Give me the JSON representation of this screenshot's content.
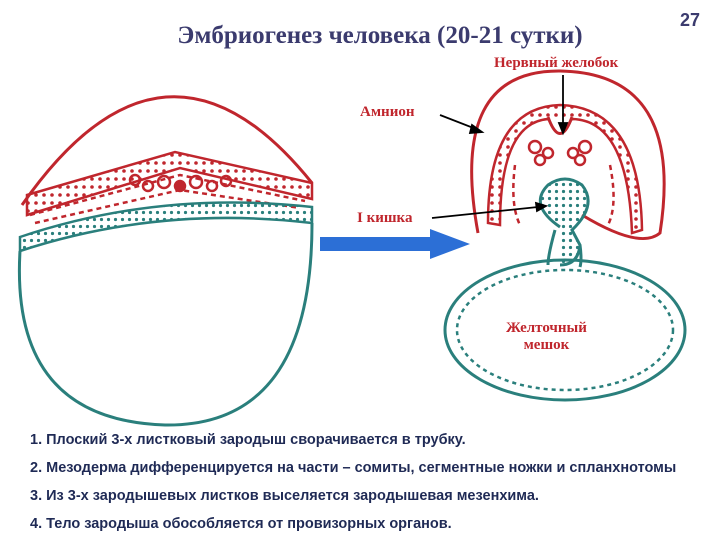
{
  "slide": {
    "number": "27",
    "title": "Эмбриогенез человека (20-21 сутки)"
  },
  "labels": {
    "neural_groove": "Нервный желобок",
    "amnion": "Амнион",
    "primary_gut": "I кишка",
    "yolk_sac_line1": "Желточный",
    "yolk_sac_line2": "мешок"
  },
  "steps": [
    "1. Плоский 3-х листковый зародыш сворачивается в трубку.",
    "2. Мезодерма дифференцируется на части – сомиты, сегментные ножки и спланхнотомы",
    "3. Из 3-х зародышевых листков выселяется зародышевая мезенхима.",
    "4. Тело зародыша обособляется от провизорных органов."
  ],
  "colors": {
    "ectoderm_red": "#c0262d",
    "endoderm_teal": "#2a7f7c",
    "arrow_blue": "#2c6fd6",
    "title_navy": "#3b3b6e"
  },
  "icons": {
    "transition_arrow": "arrow-right-icon"
  }
}
